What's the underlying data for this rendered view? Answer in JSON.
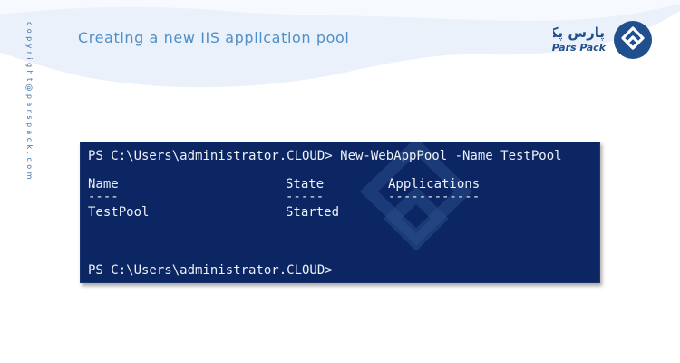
{
  "slide": {
    "title": "Creating a new IIS application pool",
    "side_text": "copyright@parspack.com"
  },
  "brand": {
    "name_en": "Pars Pack",
    "name_fa": "پارس پک",
    "icon": "parspack-logo-icon",
    "color": "#1f4f8d"
  },
  "terminal": {
    "background": "#0b2663",
    "prompt_line": "PS C:\\Users\\administrator.CLOUD> New-WebAppPool -Name TestPool",
    "columns": [
      {
        "header": "Name",
        "underline": "----"
      },
      {
        "header": "State",
        "underline": "-----"
      },
      {
        "header": "Applications",
        "underline": "------------"
      }
    ],
    "row": {
      "name": "TestPool",
      "state": "Started",
      "applications": ""
    },
    "final_prompt": "PS C:\\Users\\administrator.CLOUD>"
  },
  "colors": {
    "title": "#4f8fc8",
    "side_text": "#3a6fa8",
    "wave": "#e6eef8"
  }
}
